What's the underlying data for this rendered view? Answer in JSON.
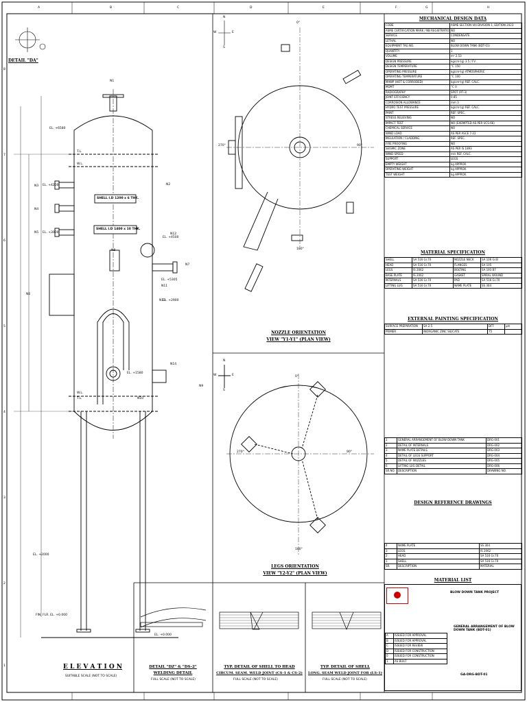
{
  "border": {
    "cols": [
      "A",
      "B",
      "C",
      "D",
      "E",
      "F",
      "G",
      "H"
    ],
    "rows": [
      "8",
      "7",
      "6",
      "5",
      "4",
      "3",
      "2",
      "1"
    ]
  },
  "elevation": {
    "title": "E L E V A T I O N",
    "subtitle": "SUITABLE SCALE (NOT TO SCALE)",
    "detail_da": "DETAIL \"DA\"",
    "shell1": "SHELL I.D 1200 x 6 THK.",
    "shell2": "SHELL I.D 1400 x 10 THK.",
    "nozzles": [
      "N1",
      "N2",
      "N3",
      "N4",
      "N5",
      "N6",
      "N7",
      "N8",
      "N9",
      "N10",
      "N11",
      "N12",
      "N13",
      "N14"
    ],
    "labels": [
      "T.L.",
      "W.L.",
      "T.L.",
      "W.L.",
      "EL. +0.000",
      "FIN. FLR. EL. +0.000",
      "EL. +6580",
      "EL. +4200",
      "EL. +5305",
      "EL. +3000",
      "EL. +4500",
      "EL. +1580",
      "EL. +2000",
      "EL. +2900"
    ]
  },
  "plan_view": {
    "title": "NOZZLE ORIENTATION",
    "subtitle": "VIEW \"Y1-Y1\" (PLAN VIEW)",
    "angles": [
      "0°",
      "90°",
      "180°",
      "270°"
    ],
    "compass": [
      "N",
      "E",
      "S",
      "W"
    ]
  },
  "legs_view": {
    "title": "LEGS ORIENTATION",
    "subtitle": "VIEW \"Y2-Y2\" (PLAN VIEW)",
    "angles": [
      "0°",
      "90°",
      "180°",
      "270°"
    ],
    "compass": [
      "N",
      "E",
      "S",
      "W"
    ]
  },
  "details": [
    {
      "title": "DETAIL \"DZ\" & \"DS-2\"",
      "sub": "WELDING DETAIL",
      "scale": "FULL SCALE (NOT TO SCALE)"
    },
    {
      "title": "TYP. DETAIL OF SHELL TO HEAD",
      "sub": "CIRCUM. SEAM. WELD JOINT (CS-1 & CS-2)",
      "scale": "FULL SCALE (NOT TO SCALE)"
    },
    {
      "title": "TYP. DETAIL OF SHELL",
      "sub": "LONG. SEAM WELD JOINT FOR (LS-1)",
      "scale": "FULL SCALE (NOT TO SCALE)"
    }
  ],
  "design_data": {
    "title": "MECHANICAL DESIGN DATA",
    "rows": [
      [
        "CODE",
        "ASME SECTION VIII DIVISION 1, EDITION 2023"
      ],
      [
        "ASME CERTIFICATION MARK / NB REGISTRATION",
        "NO"
      ],
      [
        "SERVICE",
        "CONDENSATE"
      ],
      [
        "LETHAL",
        "NO"
      ],
      [
        "EQUIPMENT TAG NO.",
        "BLOW DOWN TANK (BDT-01)"
      ],
      [
        "QUANTITY",
        "1"
      ],
      [
        "VOLUME",
        "m³   2.53"
      ],
      [
        "DESIGN PRESSURE",
        "kg/cm²(g)   3.5 / FV"
      ],
      [
        "DESIGN TEMPERATURE",
        "°C   150"
      ],
      [
        "OPERATING PRESSURE",
        "kg/cm²(g)   ATMOSPHERIC"
      ],
      [
        "OPERATING TEMPERATURE",
        "°C   100"
      ],
      [
        "MAWP (HOT & CORRODED)",
        "kg/cm²(g)   REF. CALC."
      ],
      [
        "MDMT",
        "°C   0"
      ],
      [
        "RADIOGRAPHY",
        "SPOT (RT-3)"
      ],
      [
        "JOINT EFFICIENCY",
        "0.85"
      ],
      [
        "CORROSION ALLOWANCE",
        "mm   3"
      ],
      [
        "HYDRO TEST PRESSURE",
        "kg/cm²(g)   REF. CALC."
      ],
      [
        "PAINT",
        "REF. SPEC."
      ],
      [
        "STRESS RELIEVING",
        "NO"
      ],
      [
        "IMPACT TEST",
        "NO (EXEMPTED AS PER UCS-66)"
      ],
      [
        "CHEMICAL SERVICE",
        "NO"
      ],
      [
        "WIND LOAD",
        "AS PER ASCE 7-22"
      ],
      [
        "INSULATION / CLADDING",
        "REF. SPEC."
      ],
      [
        "FIRE PROOFING",
        "NO"
      ],
      [
        "SEISMIC ZONE",
        "AS PER IS 1893"
      ],
      [
        "WIND SPEED",
        "m/s   REF. CALC."
      ],
      [
        "SUPPORT",
        "LEGS"
      ],
      [
        "EMPTY WEIGHT",
        "kg   APPROX."
      ],
      [
        "OPERATING WEIGHT",
        "kg   APPROX."
      ],
      [
        "TEST WEIGHT",
        "kg   APPROX."
      ]
    ]
  },
  "material_spec": {
    "title": "MATERIAL SPECIFICATION",
    "rows": [
      [
        "SHELL",
        "SA 516 Gr.70",
        "NOZZLE NECK",
        "SA 106 Gr.B"
      ],
      [
        "HEAD",
        "SA 516 Gr.70",
        "FLANGES",
        "SA 105"
      ],
      [
        "LEGS",
        "IS 2062",
        "BOLTING",
        "SA 193 B7"
      ],
      [
        "BASE PLATE",
        "IS 2062",
        "GASKET",
        "SPIRAL WOUND"
      ],
      [
        "INTERNALS",
        "SA 516 Gr.70",
        "PAD",
        "SA 516 Gr.70"
      ],
      [
        "LIFTING LUG",
        "SA 516 Gr.70",
        "NAME PLATE",
        "SS 304"
      ]
    ]
  },
  "painting": {
    "title": "EXTERNAL PAINTING SPECIFICATION",
    "rows": [
      [
        "SURFACE PREPARATION",
        "SA 2.5",
        "DFT",
        "µm"
      ],
      [
        "PRIMER",
        "INORGANIC ZINC SILICATE",
        "75",
        ""
      ]
    ]
  },
  "ref_drawings": {
    "title": "DESIGN REFERENCE DRAWINGS",
    "rows": [
      [
        "1",
        "GENERAL ARRANGEMENT OF BLOW DOWN TANK",
        "DRG-001"
      ],
      [
        "2",
        "DETAIL OF INTERNALS",
        "DRG-002"
      ],
      [
        "3",
        "NAME PLATE DETAILS",
        "DRG-003"
      ],
      [
        "4",
        "DETAIL OF LEGS SUPPORT",
        "DRG-004"
      ],
      [
        "5",
        "DETAIL OF NOZZLES",
        "DRG-005"
      ],
      [
        "6",
        "LIFTING LUG DETAIL",
        "DRG-006"
      ],
      [
        "SR.NO.",
        "DESCRIPTION",
        "DRAWING NO."
      ]
    ]
  },
  "material_list": {
    "title": "MATERIAL LIST",
    "rows": [
      [
        "4",
        "NAME PLATE",
        "SS 304"
      ],
      [
        "3",
        "LEGS",
        "IS 2062"
      ],
      [
        "2",
        "HEAD",
        "SA 516 Gr.70"
      ],
      [
        "1",
        "SHELL",
        "SA 516 Gr.70"
      ],
      [
        "SR.",
        "DESCRIPTION",
        "MATERIAL"
      ]
    ]
  },
  "title_block": {
    "project": "BLOW DOWN TANK PROJECT",
    "drawing_title": "GENERAL ARRANGEMENT OF BLOW DOWN TANK (BDT-01)",
    "drawing_no": "GA-DRG-BDT-01",
    "revisions": [
      [
        "A",
        "ISSUED FOR APPROVAL"
      ],
      [
        "B",
        "ISSUED FOR APPROVAL"
      ],
      [
        "C",
        "ISSUED FOR REVIEW"
      ],
      [
        "D",
        "ISSUED FOR CONSTRUCTION"
      ],
      [
        "0",
        "ISSUED FOR CONSTRUCTION"
      ],
      [
        "1",
        "AS BUILT"
      ]
    ]
  }
}
